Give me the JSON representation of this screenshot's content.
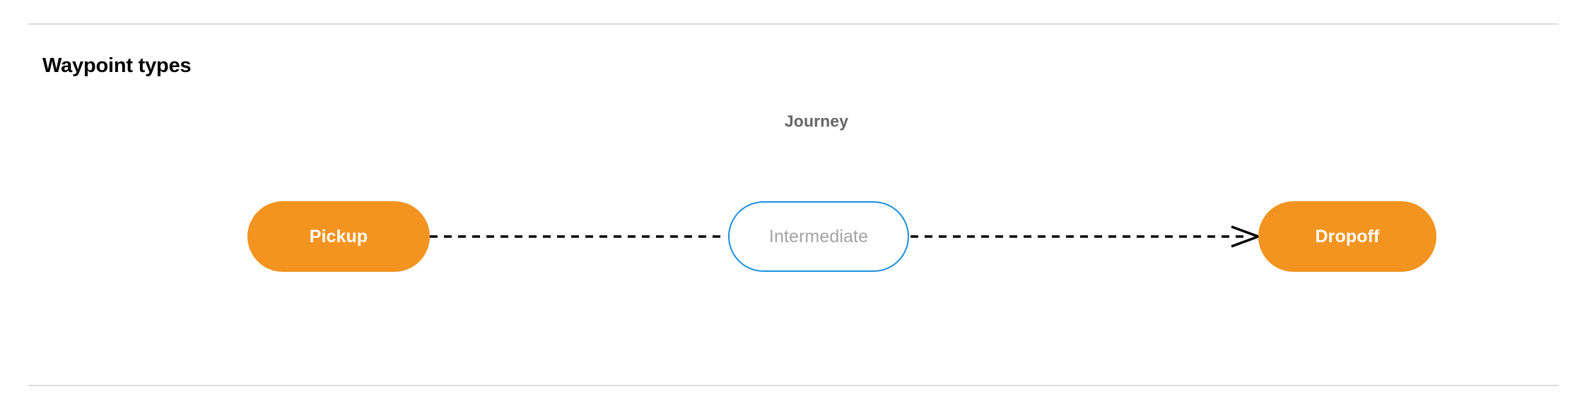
{
  "page": {
    "background_color": "#ffffff",
    "divider_color": "#dcdcdc"
  },
  "section": {
    "title": "Waypoint types"
  },
  "diagram": {
    "group_label": "Journey",
    "group_label_color": "#666666",
    "accent_orange": "#f2941f",
    "accent_blue": "#1a8fe0",
    "muted_text": "#a3a3a3",
    "connector_color": "#000000",
    "nodes": [
      {
        "id": "pickup",
        "label": "Pickup",
        "style": "filled",
        "fill": "#f2941f",
        "text_color": "#ffffff"
      },
      {
        "id": "intermediate",
        "label": "Intermediate",
        "style": "outlined",
        "fill": "#ffffff",
        "border_color": "#1a8fe0",
        "text_color": "#a3a3a3"
      },
      {
        "id": "dropoff",
        "label": "Dropoff",
        "style": "filled",
        "fill": "#f2941f",
        "text_color": "#ffffff"
      }
    ],
    "connectors": [
      {
        "id": "pickup-to-intermediate",
        "from": "pickup",
        "to": "intermediate",
        "line_style": "dashed",
        "arrowhead": false
      },
      {
        "id": "intermediate-to-dropoff",
        "from": "intermediate",
        "to": "dropoff",
        "line_style": "dashed",
        "arrowhead": true
      }
    ]
  }
}
